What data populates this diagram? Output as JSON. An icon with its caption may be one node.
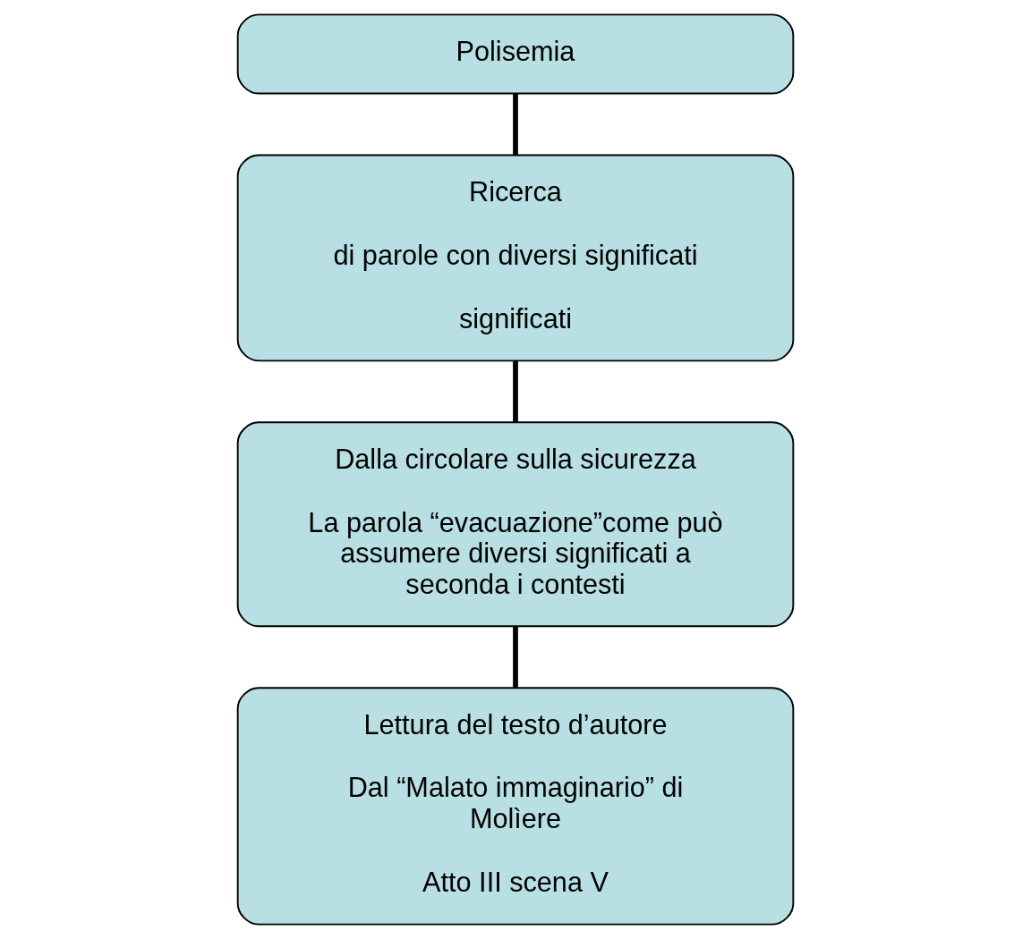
{
  "diagram": {
    "nodes": [
      {
        "text": [
          "Polisemia"
        ]
      },
      {
        "text": [
          "Ricerca",
          "di parole con diversi significati",
          "significati"
        ]
      },
      {
        "text": [
          "Dalla circolare sulla sicurezza",
          "La parola “evacuazione”come può assumere diversi significati a seconda i contesti"
        ]
      },
      {
        "text": [
          "Lettura del testo d’autore",
          "Dal “Malato immaginario” di Molìere",
          "Atto III scena V"
        ]
      }
    ],
    "edges": [
      {
        "from": 0,
        "to": 1,
        "arrow": "none"
      },
      {
        "from": 1,
        "to": 2,
        "arrow": "none"
      },
      {
        "from": 2,
        "to": 3,
        "arrow": "none"
      }
    ]
  }
}
